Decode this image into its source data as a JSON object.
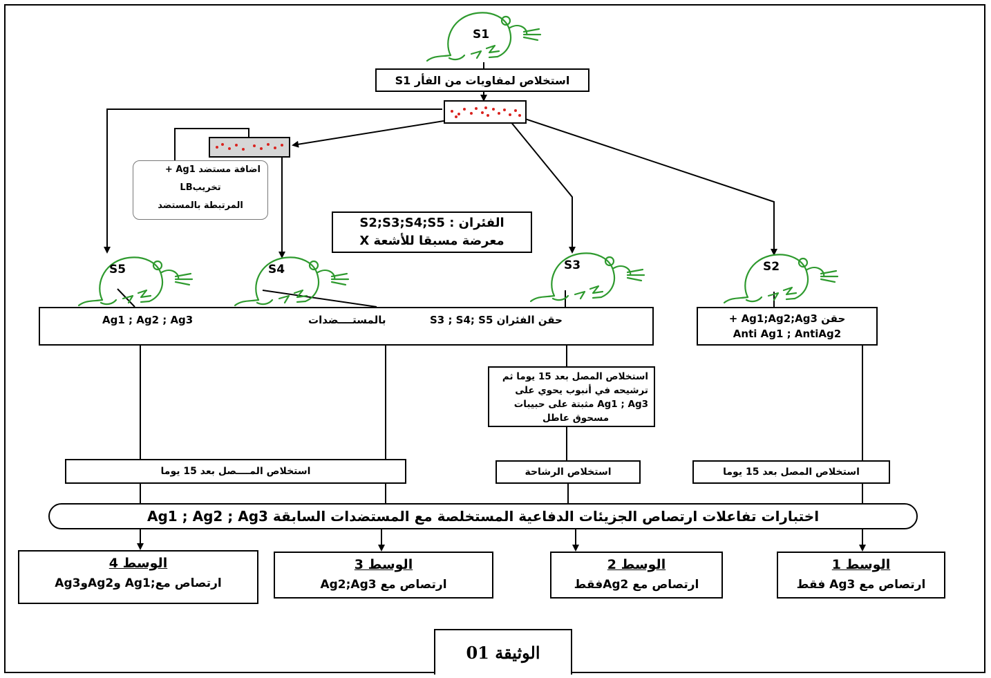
{
  "mice": {
    "s1": "S1",
    "s2": "S2",
    "s3": "S3",
    "s4": "S4",
    "s5": "S5"
  },
  "top_box": "استخلاص لمفاويات من الفأر S1",
  "lb_note": {
    "line1": "اضافة مستضد Ag1 +",
    "line2": "تخريبLB",
    "line3": "المرتبطة بالمستضد"
  },
  "irradiated": {
    "line1": "الفئران : S2;S3;S4;S5",
    "line2": "معرضة مسبقا للأشعة X"
  },
  "injection_s345": {
    "left": "Ag1 ; Ag2 ; Ag3",
    "mid": "بالمستــــضدات",
    "right": "حقن الفئران S3 ; S4; S5"
  },
  "injection_s2": {
    "line1": "حقن Ag1;Ag2;Ag3 +",
    "line2": "Anti Ag1 ; AntiAg2"
  },
  "serum_filter": {
    "line1": "استخلاص المصل بعد 15 يوما ثم",
    "line2": "ترشيحه في أنبوب يحوي على",
    "line3": "Ag1 ; Ag3 مثبتة على حبيبات",
    "line4": "مسحوق عاطل"
  },
  "extract_serum_wide": "استخلاص المــــصل بعد 15 يوما",
  "extract_filtrate": "استخلاص الرشاحة",
  "extract_serum_s2": "استخلاص المصل بعد 15 يوما",
  "tests_bar": "اختبارات تفاعلات ارتصاص الجزيئات الدفاعية المستخلصة مع المستضدات السابقة Ag1 ; Ag2 ; Ag3",
  "results": [
    {
      "title": "الوسط 4",
      "text": "ارتصاص مع;Ag1 وAg2وAg3"
    },
    {
      "title": "الوسط 3",
      "text": "ارتصاص مع Ag2;Ag3"
    },
    {
      "title": "الوسط 2",
      "text": "ارتصاص مع Ag2فقط"
    },
    {
      "title": "الوسط 1",
      "text": "ارتصاص مع Ag3 فقط"
    }
  ],
  "doc_label": "الوثيقة 01",
  "colors": {
    "mouse_stroke": "#2e9a2e",
    "dots": "#d9231f",
    "line": "#000000",
    "tube_fill": "#d6d6d6"
  }
}
